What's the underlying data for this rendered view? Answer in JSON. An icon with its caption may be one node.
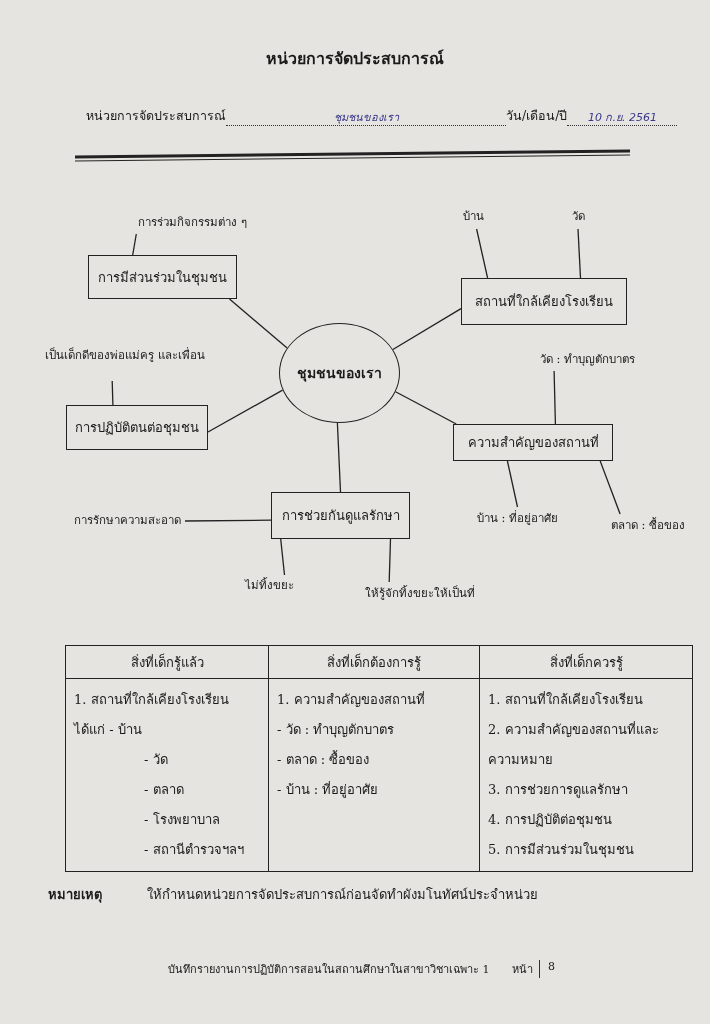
{
  "diagram": {
    "title": "หน่วยการจัดประสบการณ์",
    "nodes": [
      {
        "text": [
          "ชุมชนของเรา"
        ]
      },
      {
        "text": [
          "การมีส่วนร่วมในชุมชน"
        ]
      },
      {
        "text": [
          "การร่วมกิจกรรมต่าง ๆ"
        ]
      },
      {
        "text": [
          "สถานที่ใกล้เคียงโรงเรียน"
        ]
      },
      {
        "text": [
          "บ้าน"
        ]
      },
      {
        "text": [
          "วัด"
        ]
      },
      {
        "text": [
          "เป็นเด็กดีของพ่อแม่ครู และเพื่อน"
        ]
      },
      {
        "text": [
          "การปฏิบัติตนต่อชุมชน"
        ]
      },
      {
        "text": [
          "ความสำคัญของสถานที่"
        ]
      },
      {
        "text": [
          "วัด : ทำบุญตักบาตร"
        ]
      },
      {
        "text": [
          "บ้าน : ที่อยู่อาศัย"
        ]
      },
      {
        "text": [
          "ตลาด : ซื้อของ"
        ]
      },
      {
        "text": [
          "การช่วยกันดูแลรักษา"
        ]
      },
      {
        "text": [
          "การรักษาความสะอาด"
        ]
      },
      {
        "text": [
          "ไม่ทิ้งขยะ"
        ]
      },
      {
        "text": [
          "ให้รู้จักทิ้งขยะให้เป็นที่"
        ]
      }
    ],
    "edges": [
      {
        "from": 0,
        "to": 1,
        "arrow": "none"
      },
      {
        "from": 0,
        "to": 3,
        "arrow": "none"
      },
      {
        "from": 0,
        "to": 7,
        "arrow": "none"
      },
      {
        "from": 0,
        "to": 8,
        "arrow": "none"
      },
      {
        "from": 0,
        "to": 12,
        "arrow": "none"
      },
      {
        "from": 1,
        "to": 2,
        "arrow": "none"
      },
      {
        "from": 3,
        "to": 4,
        "arrow": "none"
      },
      {
        "from": 3,
        "to": 5,
        "arrow": "none"
      },
      {
        "from": 7,
        "to": 6,
        "arrow": "none"
      },
      {
        "from": 8,
        "to": 9,
        "arrow": "none"
      },
      {
        "from": 8,
        "to": 10,
        "arrow": "none"
      },
      {
        "from": 8,
        "to": 11,
        "arrow": "none"
      },
      {
        "from": 12,
        "to": 13,
        "arrow": "none"
      },
      {
        "from": 12,
        "to": 14,
        "arrow": "none"
      },
      {
        "from": 12,
        "to": 15,
        "arrow": "none"
      }
    ],
    "labels": [
      "หน่วยการจัดประสบการณ์",
      "ชุมชนของเรา",
      "วัน/เดือน/ปี",
      "10 ก.ย. 2561",
      "สิ่งที่เด็กรู้แล้ว",
      "สิ่งที่เด็กต้องการรู้",
      "สิ่งที่เด็กควรรู้",
      "1. สถานที่ใกล้เคียงโรงเรียน",
      "ได้แก่ - บ้าน",
      "- วัด",
      "- ตลาด",
      "- โรงพยาบาล",
      "- สถานีตำรวจฯลฯ",
      "1. ความสำคัญของสถานที่",
      "- วัด : ทำบุญตักบาตร",
      "- ตลาด : ซื้อของ",
      "- บ้าน : ที่อยู่อาศัย",
      "1. สถานที่ใกล้เคียงโรงเรียน",
      "2. ความสำคัญของสถานที่และ ความหมาย",
      "3. การช่วยการดูแลรักษา",
      "4. การปฏิบัติต่อชุมชน",
      "5. การมีส่วนร่วมในชุมชน",
      "หมายเหตุ",
      "ให้กำหนดหน่วยการจัดประสบการณ์ก่อนจัดทำผังมโนทัศน์ประจำหน่วย",
      "บันทึกรายงานการปฏิบัติการสอนในสถานศึกษาในสาขาวิชาเฉพาะ 1",
      "หน้า",
      "8"
    ]
  }
}
